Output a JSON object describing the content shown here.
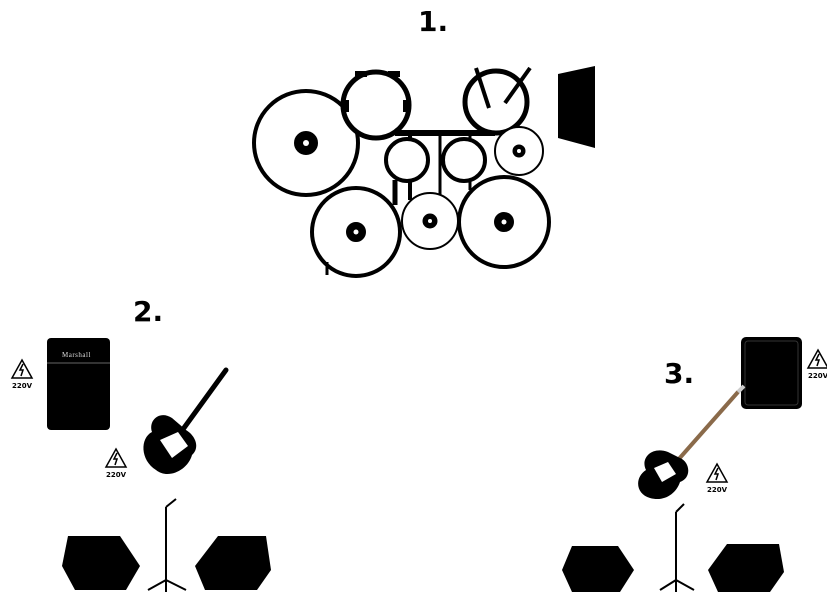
{
  "positions": [
    {
      "number": "1."
    },
    {
      "number": "2."
    },
    {
      "number": "3."
    }
  ],
  "amps": {
    "guitar_brand": "Marshall"
  },
  "power": {
    "voltage_label": "220V"
  },
  "icons": [
    "drum-kit-icon",
    "guitar-amp-icon",
    "bass-amp-icon",
    "electric-guitar-icon",
    "bass-guitar-icon",
    "power-outlet-icon",
    "wedge-monitor-icon",
    "mic-stand-icon"
  ]
}
